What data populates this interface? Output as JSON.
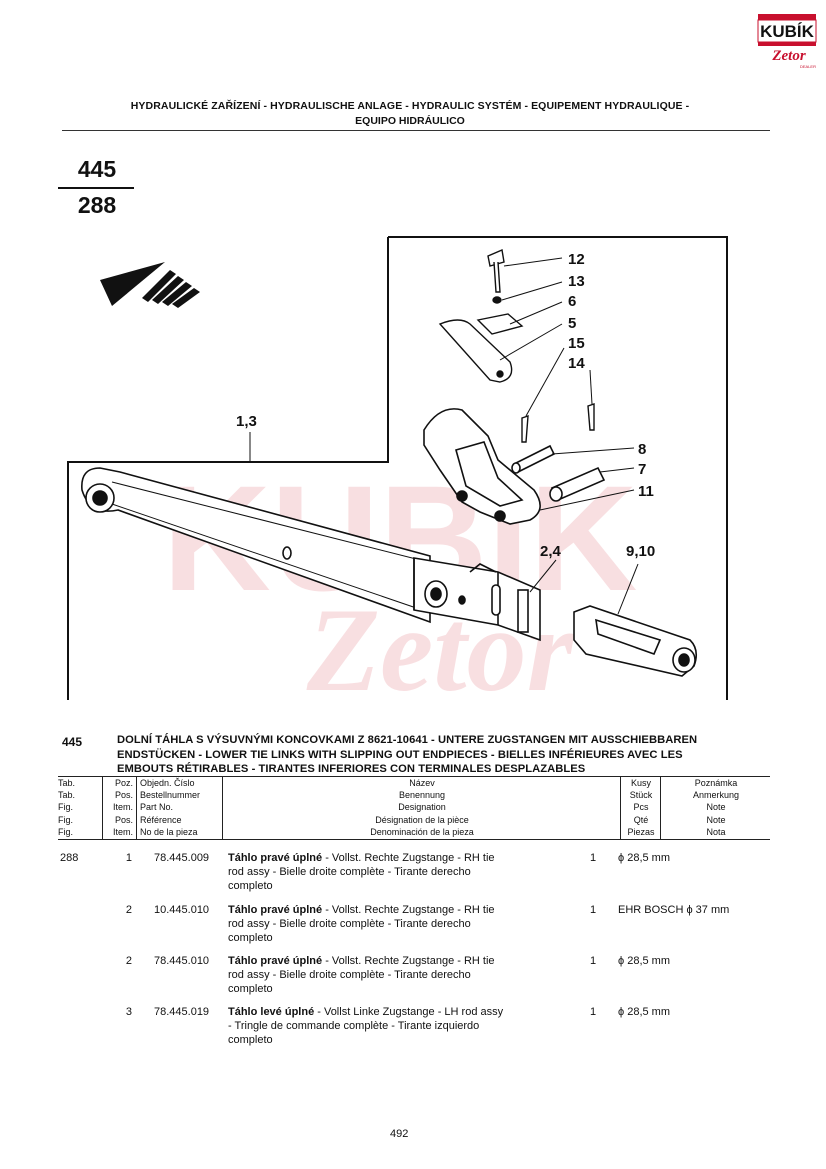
{
  "logo": {
    "brand": "KUBÍK",
    "sub": "Zetor",
    "tag": "DEALER"
  },
  "header": {
    "line1": "HYDRAULICKÉ ZAŘÍZENÍ - HYDRAULISCHE ANLAGE - HYDRAULIC SYSTÉM - EQUIPEMENT HYDRAULIQUE -",
    "line2": "EQUIPO HIDRÁULICO"
  },
  "figure": {
    "top": "445",
    "bottom": "288"
  },
  "diagram": {
    "watermark_brand": "KUBIK",
    "watermark_sub": "Zetor",
    "callouts": [
      "12",
      "13",
      "6",
      "5",
      "15",
      "14",
      "8",
      "7",
      "11",
      "1,3",
      "2,4",
      "9,10"
    ]
  },
  "section": {
    "number": "445",
    "title_line1": "DOLNÍ TÁHLA S VÝSUVNÝMI KONCOVKAMI Z 8621-10641 - UNTERE ZUGSTANGEN MIT AUSSCHIEBBAREN",
    "title_line2": "ENDSTÜCKEN - LOWER TIE LINKS WITH SLIPPING OUT ENDPIECES - BIELLES INFÉRIEURES AVEC LES",
    "title_line3": "EMBOUTS RÉTIRABLES - TIRANTES INFERIORES CON TERMINALES DESPLAZABLES"
  },
  "table_header": {
    "tab": [
      "Tab.",
      "Tab.",
      "Fig.",
      "Fig.",
      "Fig."
    ],
    "pos": [
      "Poz.",
      "Pos.",
      "Item.",
      "Pos.",
      "Item."
    ],
    "part": [
      "Objedn. Číslo",
      "Bestellnummer",
      "Part No.",
      "Référence",
      "No de la pieza"
    ],
    "name": [
      "Název",
      "Benennung",
      "Designation",
      "Désignation de la pièce",
      "Denominación de la pieza"
    ],
    "qty": [
      "Kusy",
      "Stück",
      "Pcs",
      "Qté",
      "Piezas"
    ],
    "note": [
      "Poznámka",
      "Anmerkung",
      "Note",
      "Note",
      "Nota"
    ]
  },
  "rows": [
    {
      "tab": "288",
      "pos": "1",
      "part": "78.445.009",
      "name_bold": "Táhlo pravé úplné",
      "name_line1_rest": " - Vollst. Rechte Zugstange - RH tie",
      "name_line2": "rod assy - Bielle droite complète - Tirante derecho",
      "name_line3": "completo",
      "qty": "1",
      "note": "ϕ 28,5 mm"
    },
    {
      "tab": "",
      "pos": "2",
      "part": "10.445.010",
      "name_bold": "Táhlo pravé úplné",
      "name_line1_rest": " - Vollst. Rechte Zugstange - RH tie",
      "name_line2": "rod assy - Bielle droite complète - Tirante derecho",
      "name_line3": "completo",
      "qty": "1",
      "note": "EHR BOSCH ϕ 37 mm"
    },
    {
      "tab": "",
      "pos": "2",
      "part": "78.445.010",
      "name_bold": "Táhlo pravé úplné",
      "name_line1_rest": " - Vollst. Rechte Zugstange - RH tie",
      "name_line2": "rod assy - Bielle droite complète - Tirante derecho",
      "name_line3": "completo",
      "qty": "1",
      "note": "ϕ 28,5 mm"
    },
    {
      "tab": "",
      "pos": "3",
      "part": "78.445.019",
      "name_bold": "Táhlo levé úplné",
      "name_line1_rest": " - Vollst Linke Zugstange - LH rod assy",
      "name_line2": "- Tringle de commande complète - Tirante izquierdo",
      "name_line3": "completo",
      "qty": "1",
      "note": "ϕ 28,5 mm"
    }
  ],
  "page_number": "492"
}
